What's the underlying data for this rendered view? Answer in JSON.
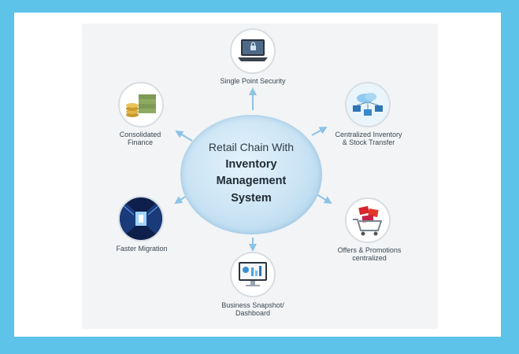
{
  "center": {
    "line1": "Retail Chain With",
    "line2": "Inventory",
    "line3": "Management",
    "line4": "System"
  },
  "nodes": [
    {
      "id": "security",
      "icon": "laptop-lock-icon",
      "label_lines": [
        "Single Point Security"
      ]
    },
    {
      "id": "inventory",
      "icon": "cloud-network-icon",
      "label_lines": [
        "Centralized Inventory",
        "& Stock Transfer"
      ]
    },
    {
      "id": "offers",
      "icon": "shopping-cart-sale-icon",
      "label_lines": [
        "Offers & Promotions",
        "centralized"
      ]
    },
    {
      "id": "dashboard",
      "icon": "monitor-dashboard-icon",
      "label_lines": [
        "Business Snapshot/",
        "Dashboard"
      ]
    },
    {
      "id": "migration",
      "icon": "server-room-icon",
      "label_lines": [
        "Faster Migration"
      ]
    },
    {
      "id": "finance",
      "icon": "money-coins-icon",
      "label_lines": [
        "Consolidated",
        "Finance"
      ]
    }
  ],
  "colors": {
    "frame": "#5ec3e8",
    "arrow": "#8cc3e6",
    "circle": "#c9e3f4"
  }
}
